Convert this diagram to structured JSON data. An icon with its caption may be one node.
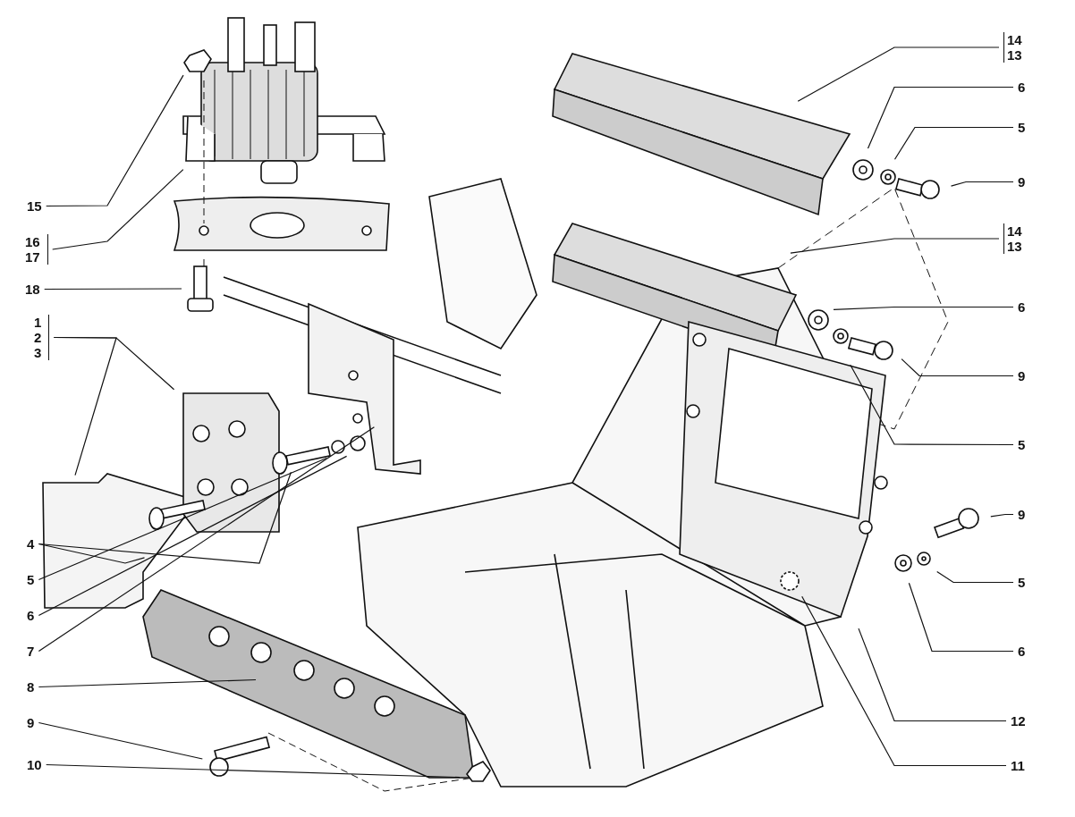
{
  "diagram": {
    "nodes": [
      {
        "text": [
          "15"
        ]
      },
      {
        "text": [
          "16",
          "17"
        ]
      },
      {
        "text": [
          "18"
        ]
      },
      {
        "text": [
          "1",
          "2",
          "3"
        ]
      },
      {
        "text": [
          "4"
        ]
      },
      {
        "text": [
          "5"
        ]
      },
      {
        "text": [
          "6"
        ]
      },
      {
        "text": [
          "7"
        ]
      },
      {
        "text": [
          "8"
        ]
      },
      {
        "text": [
          "9"
        ]
      },
      {
        "text": [
          "10"
        ]
      },
      {
        "text": [
          "14",
          "13"
        ]
      },
      {
        "text": [
          "6"
        ]
      },
      {
        "text": [
          "5"
        ]
      },
      {
        "text": [
          "9"
        ]
      },
      {
        "text": [
          "14",
          "13"
        ]
      },
      {
        "text": [
          "6"
        ]
      },
      {
        "text": [
          "9"
        ]
      },
      {
        "text": [
          "5"
        ]
      },
      {
        "text": [
          "9"
        ]
      },
      {
        "text": [
          "5"
        ]
      },
      {
        "text": [
          "6"
        ]
      },
      {
        "text": [
          "12"
        ]
      },
      {
        "text": [
          "11"
        ]
      }
    ],
    "edges": [
      {
        "from": 0,
        "to": null,
        "arrow": "none"
      },
      {
        "from": 1,
        "to": null,
        "arrow": "none"
      },
      {
        "from": 2,
        "to": null,
        "arrow": "none"
      },
      {
        "from": 3,
        "to": null,
        "arrow": "none"
      },
      {
        "from": 3,
        "to": null,
        "arrow": "none"
      },
      {
        "from": 4,
        "to": null,
        "arrow": "none"
      },
      {
        "from": 4,
        "to": null,
        "arrow": "none"
      },
      {
        "from": 5,
        "to": null,
        "arrow": "none"
      },
      {
        "from": 6,
        "to": null,
        "arrow": "none"
      },
      {
        "from": 7,
        "to": null,
        "arrow": "none"
      },
      {
        "from": 8,
        "to": null,
        "arrow": "none"
      },
      {
        "from": 9,
        "to": null,
        "arrow": "none"
      },
      {
        "from": 10,
        "to": null,
        "arrow": "none"
      },
      {
        "from": 11,
        "to": null,
        "arrow": "none"
      },
      {
        "from": 12,
        "to": null,
        "arrow": "none"
      },
      {
        "from": 13,
        "to": null,
        "arrow": "none"
      },
      {
        "from": 14,
        "to": null,
        "arrow": "none"
      },
      {
        "from": 15,
        "to": null,
        "arrow": "none"
      },
      {
        "from": 16,
        "to": null,
        "arrow": "none"
      },
      {
        "from": 17,
        "to": null,
        "arrow": "none"
      },
      {
        "from": 18,
        "to": null,
        "arrow": "none"
      },
      {
        "from": 19,
        "to": null,
        "arrow": "none"
      },
      {
        "from": 20,
        "to": null,
        "arrow": "none"
      },
      {
        "from": 21,
        "to": null,
        "arrow": "none"
      },
      {
        "from": 22,
        "to": null,
        "arrow": "none"
      },
      {
        "from": 23,
        "to": null,
        "arrow": "none"
      }
    ]
  }
}
